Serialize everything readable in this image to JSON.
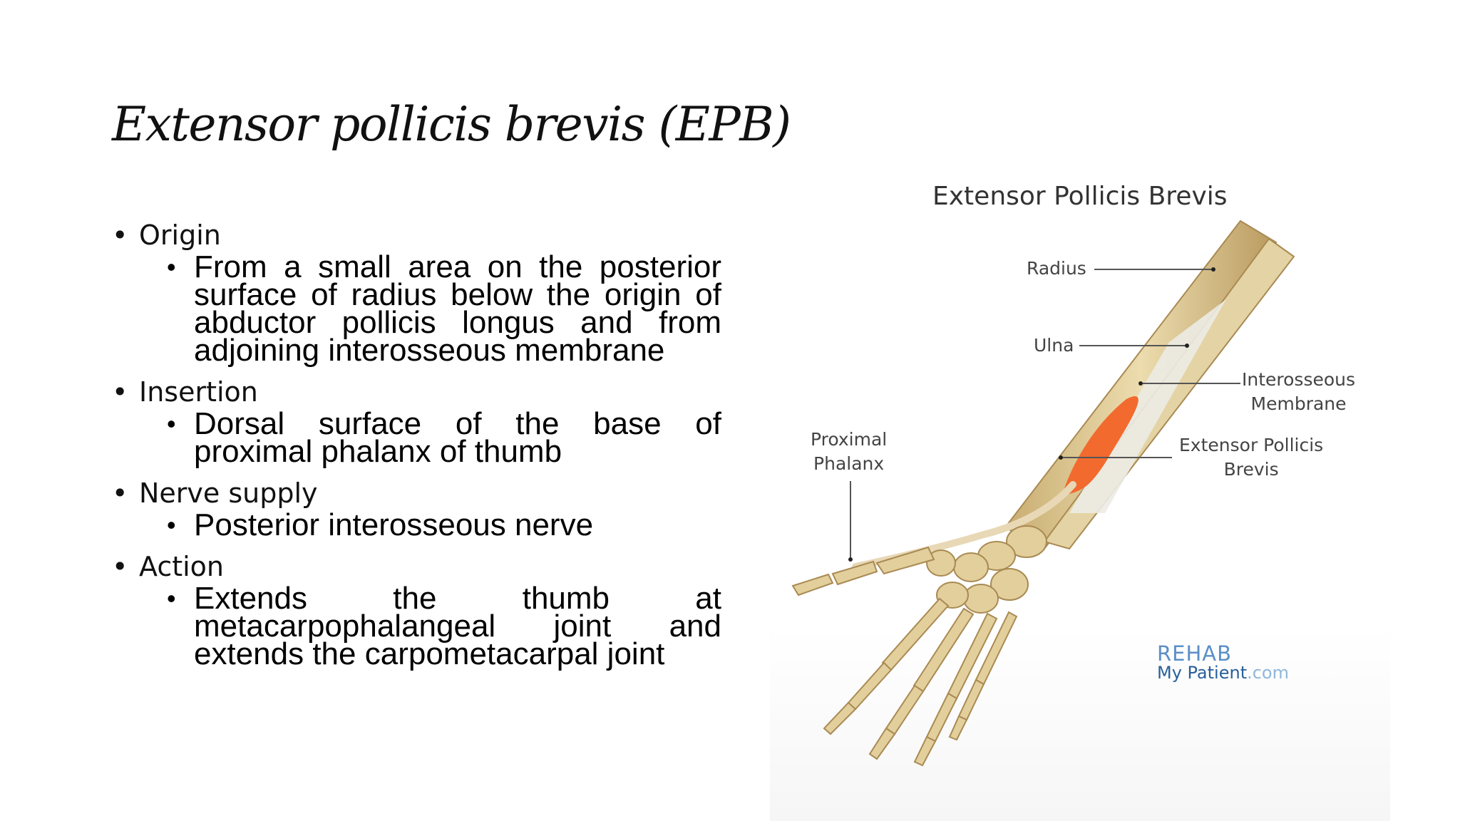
{
  "slide": {
    "title": "Extensor pollicis brevis (EPB)"
  },
  "sections": [
    {
      "heading": "Origin",
      "text": "From a small area on the posterior surface of radius below the origin of abductor pollicis longus and from adjoining interosseous membrane"
    },
    {
      "heading": "Insertion",
      "text": "Dorsal surface of the base of proximal phalanx of thumb"
    },
    {
      "heading": "Nerve supply",
      "text": "Posterior interosseous nerve"
    },
    {
      "heading": "Action",
      "text": "Extends the thumb at metacarpophalangeal joint and extends the carpometacarpal joint"
    }
  ],
  "figure": {
    "title": "Extensor Pollicis Brevis",
    "labels": {
      "radius": "Radius",
      "ulna": "Ulna",
      "interosseous": "Interosseous\nMembrane",
      "epb": "Extensor Pollicis\nBrevis",
      "proximal": "Proximal\nPhalanx"
    },
    "logo": {
      "line1": "REHAB",
      "line2_main": "My Patient",
      "line2_suffix": ".com"
    },
    "colors": {
      "bone": "#e2cf9c",
      "bone_shadow": "#b89a5e",
      "muscle": "#f26a2e",
      "label_line": "#555555"
    }
  }
}
